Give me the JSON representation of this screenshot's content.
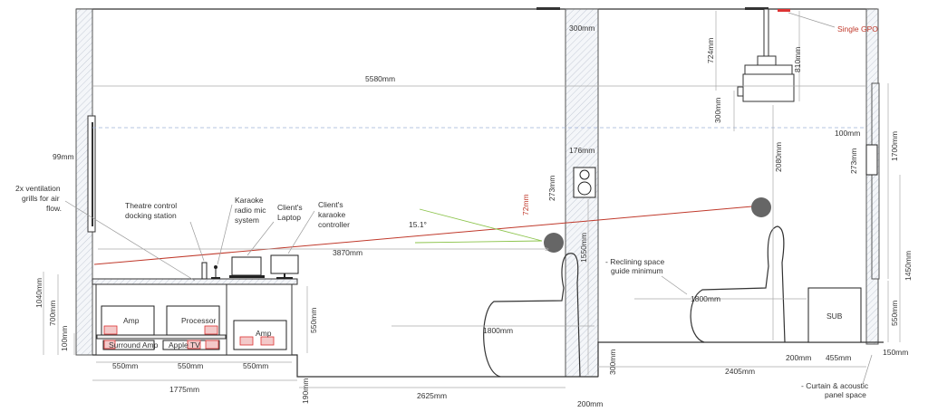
{
  "title": "Home theatre side elevation",
  "annotations": {
    "vent": [
      "2x ventilation",
      "grills for air",
      "flow."
    ],
    "dock": [
      "Theatre control",
      "docking station"
    ],
    "mic": [
      "Karaoke",
      "radio mic",
      "system"
    ],
    "laptop": [
      "Client's",
      "Laptop"
    ],
    "controller": [
      "Client's",
      "karaoke",
      "controller"
    ],
    "gpo": "Single GPO",
    "recline": [
      "- Reclining space",
      "guide minimum"
    ],
    "curtain": [
      "- Curtain & acoustic",
      "panel space"
    ],
    "angle": "15.1°",
    "sub": "SUB"
  },
  "equipment": {
    "amp1": "Amp",
    "processor": "Processor",
    "surround": "Surround Amp",
    "apple": "Apple TV",
    "amp2": "Amp"
  },
  "dims": {
    "d5580": "5580mm",
    "d300top": "300mm",
    "d99": "99mm",
    "d176": "176mm",
    "d273a": "273mm",
    "d72": "72mm",
    "d3870": "3870mm",
    "d1550": "1550mm",
    "d1040": "1040mm",
    "d700": "700mm",
    "d100": "100mm",
    "d550cab": "550mm",
    "d550a": "550mm",
    "d550b": "550mm",
    "d550c": "550mm",
    "d1775": "1775mm",
    "d190": "190mm",
    "d2625": "2625mm",
    "d200left": "200mm",
    "d1800a": "1800mm",
    "d300riser": "300mm",
    "d724": "724mm",
    "d810": "810mm",
    "d300proj": "300mm",
    "d2080": "2080mm",
    "d100r": "100mm",
    "d273b": "273mm",
    "d1700": "1700mm",
    "d1450": "1450mm",
    "d550r": "550mm",
    "d1800b": "1800mm",
    "d200r": "200mm",
    "d455": "455mm",
    "d150": "150mm",
    "d2405": "2405mm"
  },
  "colors": {
    "sightline": "#c0392b",
    "angle": "#8bc34a",
    "dashed": "#9fb3d9"
  }
}
